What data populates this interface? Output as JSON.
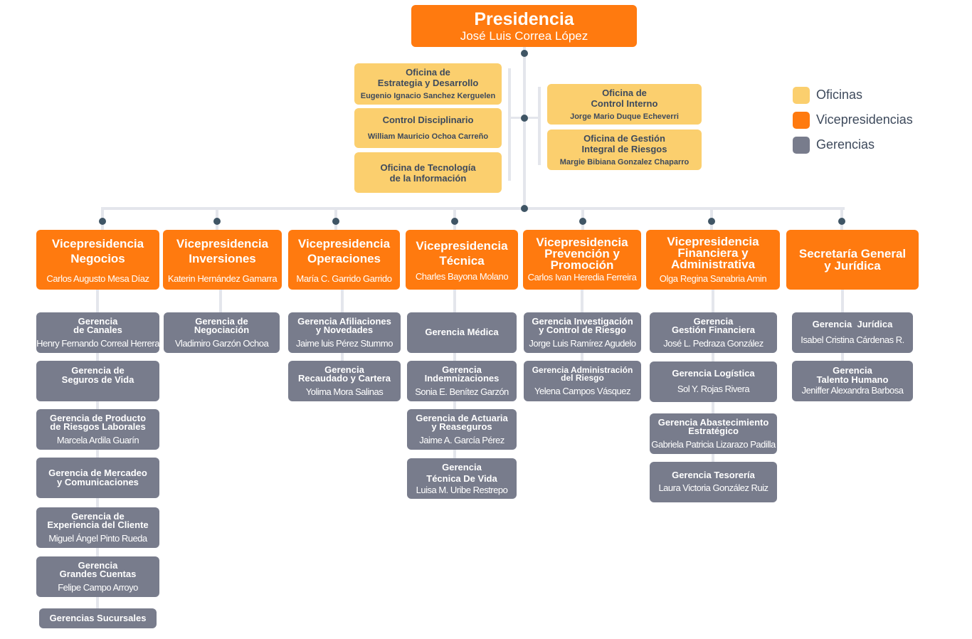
{
  "legend": [
    {
      "label": "Oficinas",
      "color": "#fbcf6e"
    },
    {
      "label": "Vicepresidencias",
      "color": "#ff7a0f"
    },
    {
      "label": "Gerencias",
      "color": "#787c8c"
    }
  ],
  "presidencia": {
    "title": "Presidencia",
    "person": "José Luis Correa López"
  },
  "oficinas_left": [
    {
      "title": "Oficina de\nEstrategia y Desarrollo",
      "person": "Eugenio Ignacio Sanchez Kerguelen"
    },
    {
      "title": "Control Disciplinario",
      "person": "William Mauricio Ochoa Carreño"
    },
    {
      "title": "Oficina de Tecnología\nde la Información",
      "person": ""
    }
  ],
  "oficinas_right": [
    {
      "title": "Oficina de\nControl Interno",
      "person": "Jorge Mario Duque Echeverri"
    },
    {
      "title": "Oficina de Gestión\nIntegral de Riesgos",
      "person": "Margie Bibiana Gonzalez Chaparro"
    }
  ],
  "vicepresidencias": [
    {
      "title": "Vicepresidencia\nNegocios",
      "person": "Carlos Augusto Mesa Díaz",
      "gerencias": [
        {
          "title": "Gerencia\nde Canales",
          "person": "Henry Fernando Correal Herrera"
        },
        {
          "title": "Gerencia de\nSeguros de Vida",
          "person": ""
        },
        {
          "title": "Gerencia de Producto\nde Riesgos Laborales",
          "person": "Marcela Ardila Guarín"
        },
        {
          "title": "Gerencia de Mercadeo\ny Comunicaciones",
          "person": ""
        },
        {
          "title": "Gerencia de\nExperiencia del Cliente",
          "person": "Miguel Ángel Pinto Rueda"
        },
        {
          "title": "Gerencia\nGrandes Cuentas",
          "person": "Felipe Campo Arroyo"
        },
        {
          "title": "Gerencias Sucursales",
          "person": ""
        }
      ]
    },
    {
      "title": "Vicepresidencia\nInversiones",
      "person": "Katerin Hernández Gamarra",
      "gerencias": [
        {
          "title": "Gerencia de\nNegociación",
          "person": "Vladimiro Garzón Ochoa"
        }
      ]
    },
    {
      "title": "Vicepresidencia\nOperaciones",
      "person": "María C. Garrido Garrido",
      "gerencias": [
        {
          "title": "Gerencia Afiliaciones\ny Novedades",
          "person": "Jaime luis Pérez Stummo"
        },
        {
          "title": "Gerencia\nRecaudado y Cartera",
          "person": "Yolima Mora Salinas"
        }
      ]
    },
    {
      "title": "Vicepresidencia\nTécnica",
      "person": "Charles Bayona Molano",
      "gerencias": [
        {
          "title": "Gerencia Médica",
          "person": ""
        },
        {
          "title": "Gerencia\nIndemnizaciones",
          "person": "Sonia E. Benítez Garzón"
        },
        {
          "title": "Gerencia de Actuaria\ny Reaseguros",
          "person": "Jaime A. García Pérez"
        },
        {
          "title": "Gerencia\nTécnica De Vida",
          "person": "Luisa M. Uribe Restrepo"
        }
      ]
    },
    {
      "title": "Vicepresidencia\nPrevención y\nPromoción",
      "person": "Carlos Ivan Heredia Ferreira",
      "gerencias": [
        {
          "title": "Gerencia Investigación\ny Control de Riesgo",
          "person": "Jorge Luis Ramírez Agudelo"
        },
        {
          "title": "Gerencia Administración\ndel Riesgo",
          "person": "Yelena Campos Vásquez"
        }
      ]
    },
    {
      "title": "Vicepresidencia\nFinanciera y\nAdministrativa",
      "person": "Olga Regina Sanabria Amin",
      "gerencias": [
        {
          "title": "Gerencia\nGestión Financiera",
          "person": "José L. Pedraza González"
        },
        {
          "title": "Gerencia Logística",
          "person": "Sol Y. Rojas Rivera"
        },
        {
          "title": "Gerencia Abastecimiento\nEstratégico",
          "person": "Gabriela Patricia Lizarazo Padilla"
        },
        {
          "title": "Gerencia Tesorería",
          "person": "Laura Victoria González Ruiz"
        }
      ]
    },
    {
      "title": "Secretaría General\ny Jurídica",
      "person": "",
      "gerencias": [
        {
          "title": "Gerencia  Jurídica",
          "person": "Isabel Cristina Cárdenas R."
        },
        {
          "title": "Gerencia\nTalento Humano",
          "person": "Jeniffer Alexandra Barbosa"
        }
      ]
    }
  ]
}
